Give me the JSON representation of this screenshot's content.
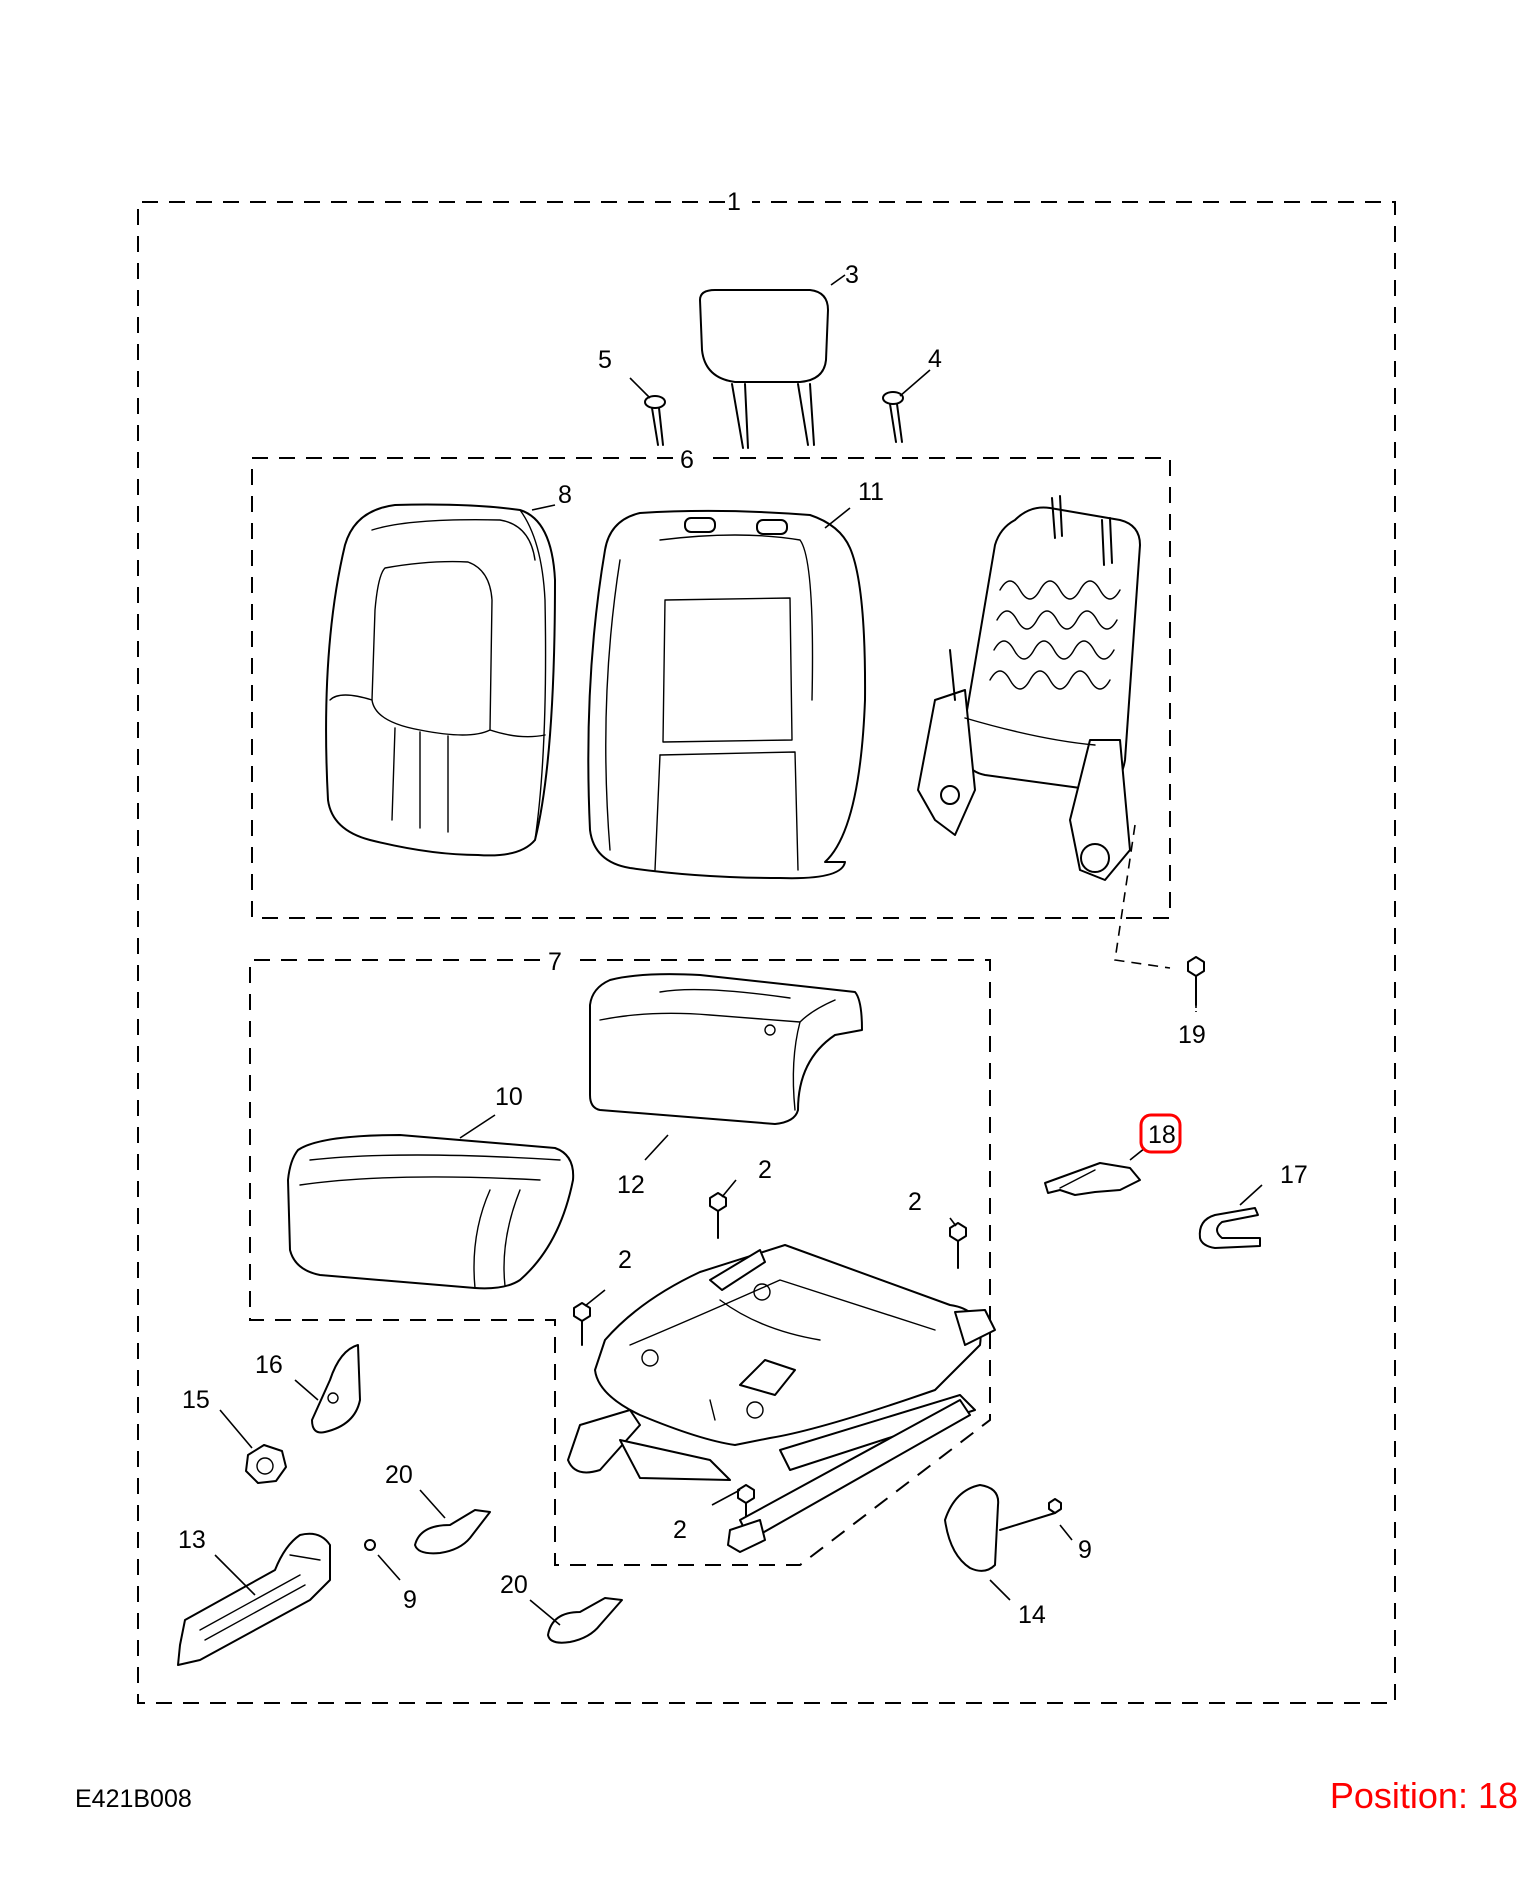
{
  "diagram_code": "E421B008",
  "position_label": "Position: 18",
  "highlight_color": "#ff0000",
  "highlighted_ref": "18",
  "callouts": {
    "c1": "1",
    "c2a": "2",
    "c2b": "2",
    "c2c": "2",
    "c2d": "2",
    "c3": "3",
    "c4": "4",
    "c5": "5",
    "c6": "6",
    "c7": "7",
    "c8": "8",
    "c9a": "9",
    "c9b": "9",
    "c10": "10",
    "c11": "11",
    "c12": "12",
    "c13": "13",
    "c14": "14",
    "c15": "15",
    "c16": "16",
    "c17": "17",
    "c18": "18",
    "c19": "19",
    "c20a": "20",
    "c20b": "20"
  }
}
